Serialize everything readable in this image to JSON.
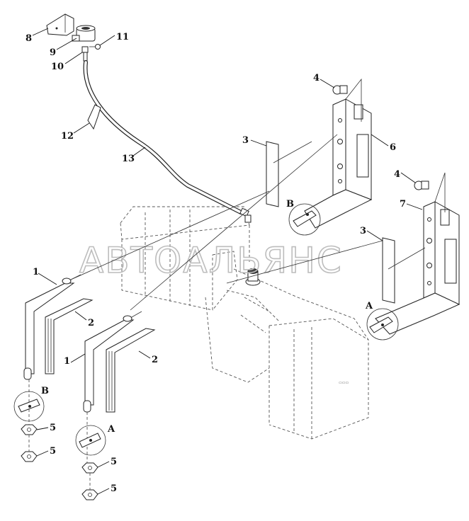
{
  "watermark": "АВТОАЛЬЯНС",
  "callouts": {
    "c1a": "1",
    "c1b": "1",
    "c2a": "2",
    "c2b": "2",
    "c3a": "3",
    "c3b": "3",
    "c4a": "4",
    "c4b": "4",
    "c5a": "5",
    "c5b": "5",
    "c5c": "5",
    "c5d": "5",
    "c6": "6",
    "c7": "7",
    "c8": "8",
    "c9": "9",
    "c10": "10",
    "c11": "11",
    "c12": "12",
    "c13": "13"
  },
  "detail_refs": {
    "a1": "A",
    "a2": "A",
    "b1": "B",
    "b2": "B"
  },
  "colors": {
    "line": "#222222",
    "watermark": "#bdbdbd",
    "background": "#ffffff"
  }
}
